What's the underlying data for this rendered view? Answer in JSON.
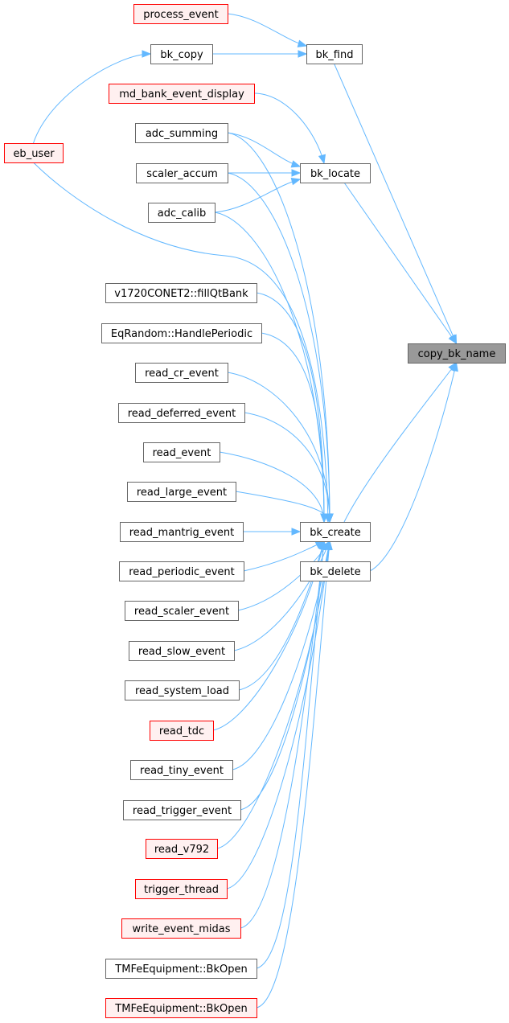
{
  "diagram": {
    "style": {
      "edge_color": "#63b8ff",
      "normal_fill": "#ffffff",
      "normal_stroke": "#666666",
      "external_fill": "#fff0f0",
      "external_stroke": "#ff0000",
      "focus_fill": "#999999",
      "focus_stroke": "#666666"
    },
    "nodes": {
      "process_event": {
        "label": "process_event",
        "kind": "external"
      },
      "bk_copy": {
        "label": "bk_copy",
        "kind": "normal"
      },
      "bk_find": {
        "label": "bk_find",
        "kind": "normal"
      },
      "md_bank_event_display": {
        "label": "md_bank_event_display",
        "kind": "external"
      },
      "eb_user": {
        "label": "eb_user",
        "kind": "external"
      },
      "adc_summing": {
        "label": "adc_summing",
        "kind": "normal"
      },
      "scaler_accum": {
        "label": "scaler_accum",
        "kind": "normal"
      },
      "bk_locate": {
        "label": "bk_locate",
        "kind": "normal"
      },
      "adc_calib": {
        "label": "adc_calib",
        "kind": "normal"
      },
      "v1720": {
        "label": "v1720CONET2::fillQtBank",
        "kind": "normal"
      },
      "eqrandom": {
        "label": "EqRandom::HandlePeriodic",
        "kind": "normal"
      },
      "copy_bk_name": {
        "label": "copy_bk_name",
        "kind": "focus"
      },
      "read_cr_event": {
        "label": "read_cr_event",
        "kind": "normal"
      },
      "read_deferred_event": {
        "label": "read_deferred_event",
        "kind": "normal"
      },
      "read_event": {
        "label": "read_event",
        "kind": "normal"
      },
      "read_large_event": {
        "label": "read_large_event",
        "kind": "normal"
      },
      "read_mantrig_event": {
        "label": "read_mantrig_event",
        "kind": "normal"
      },
      "bk_create": {
        "label": "bk_create",
        "kind": "normal"
      },
      "read_periodic_event": {
        "label": "read_periodic_event",
        "kind": "normal"
      },
      "bk_delete": {
        "label": "bk_delete",
        "kind": "normal"
      },
      "read_scaler_event": {
        "label": "read_scaler_event",
        "kind": "normal"
      },
      "read_slow_event": {
        "label": "read_slow_event",
        "kind": "normal"
      },
      "read_system_load": {
        "label": "read_system_load",
        "kind": "normal"
      },
      "read_tdc": {
        "label": "read_tdc",
        "kind": "external"
      },
      "read_tiny_event": {
        "label": "read_tiny_event",
        "kind": "normal"
      },
      "read_trigger_event": {
        "label": "read_trigger_event",
        "kind": "normal"
      },
      "read_v792": {
        "label": "read_v792",
        "kind": "external"
      },
      "trigger_thread": {
        "label": "trigger_thread",
        "kind": "external"
      },
      "write_event_midas": {
        "label": "write_event_midas",
        "kind": "external"
      },
      "tmfe_bkopen_1": {
        "label": "TMFeEquipment::BkOpen",
        "kind": "normal"
      },
      "tmfe_bkopen_2": {
        "label": "TMFeEquipment::BkOpen",
        "kind": "external"
      }
    },
    "edges": [
      {
        "from": "process_event",
        "to": "bk_find"
      },
      {
        "from": "bk_copy",
        "to": "bk_find"
      },
      {
        "from": "eb_user",
        "to": "bk_copy"
      },
      {
        "from": "bk_find",
        "to": "copy_bk_name"
      },
      {
        "from": "md_bank_event_display",
        "to": "bk_locate"
      },
      {
        "from": "adc_summing",
        "to": "bk_locate"
      },
      {
        "from": "scaler_accum",
        "to": "bk_locate"
      },
      {
        "from": "adc_calib",
        "to": "bk_locate"
      },
      {
        "from": "bk_locate",
        "to": "copy_bk_name"
      },
      {
        "from": "bk_create",
        "to": "copy_bk_name"
      },
      {
        "from": "bk_delete",
        "to": "copy_bk_name"
      },
      {
        "from": "eb_user",
        "to": "bk_create"
      },
      {
        "from": "adc_summing",
        "to": "bk_create"
      },
      {
        "from": "scaler_accum",
        "to": "bk_create"
      },
      {
        "from": "adc_calib",
        "to": "bk_create"
      },
      {
        "from": "v1720",
        "to": "bk_create"
      },
      {
        "from": "eqrandom",
        "to": "bk_create"
      },
      {
        "from": "read_cr_event",
        "to": "bk_create"
      },
      {
        "from": "read_deferred_event",
        "to": "bk_create"
      },
      {
        "from": "read_event",
        "to": "bk_create"
      },
      {
        "from": "read_large_event",
        "to": "bk_create"
      },
      {
        "from": "read_mantrig_event",
        "to": "bk_create"
      },
      {
        "from": "read_periodic_event",
        "to": "bk_create"
      },
      {
        "from": "read_scaler_event",
        "to": "bk_create"
      },
      {
        "from": "read_slow_event",
        "to": "bk_create"
      },
      {
        "from": "read_system_load",
        "to": "bk_create"
      },
      {
        "from": "read_tdc",
        "to": "bk_create"
      },
      {
        "from": "read_tiny_event",
        "to": "bk_create"
      },
      {
        "from": "read_trigger_event",
        "to": "bk_create"
      },
      {
        "from": "read_v792",
        "to": "bk_create"
      },
      {
        "from": "trigger_thread",
        "to": "bk_create"
      },
      {
        "from": "write_event_midas",
        "to": "bk_create"
      },
      {
        "from": "tmfe_bkopen_1",
        "to": "bk_create"
      },
      {
        "from": "tmfe_bkopen_2",
        "to": "bk_create"
      }
    ]
  }
}
